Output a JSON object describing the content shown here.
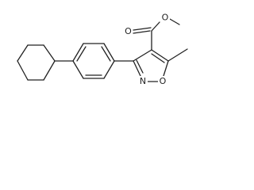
{
  "molecule": {
    "atoms": {
      "carbonyl_o": "O",
      "ester_o": "O",
      "ring_n": "N",
      "ring_o": "O"
    }
  }
}
